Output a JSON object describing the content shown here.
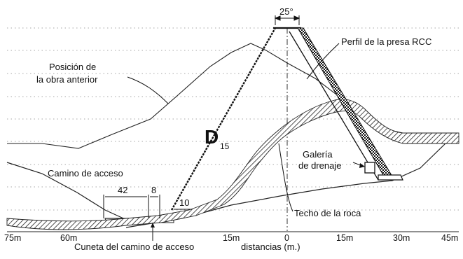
{
  "labels": {
    "crest_angle": "25°",
    "dam_profile": "Perfil de la presa RCC",
    "previous_work_line1": "Posición de",
    "previous_work_line2": "la obra anterior",
    "slope_letter": "D",
    "slope_subscript": "15",
    "gallery_line1": "Galería",
    "gallery_line2": "de drenaje",
    "access_road": "Camino de acceso",
    "dim_42": "42",
    "dim_8": "8",
    "dim_10": "10",
    "rock_roof": "Techo de la roca",
    "ditch": "Cuneta del camino de acceso",
    "axis_title": "distancias (m.)"
  },
  "axis_ticks": [
    "75m",
    "60m",
    "15m",
    "0",
    "15m",
    "30m",
    "45m"
  ],
  "colors": {
    "ink": "#111111",
    "grid": "#8a8a8a",
    "paper": "#ffffff"
  }
}
